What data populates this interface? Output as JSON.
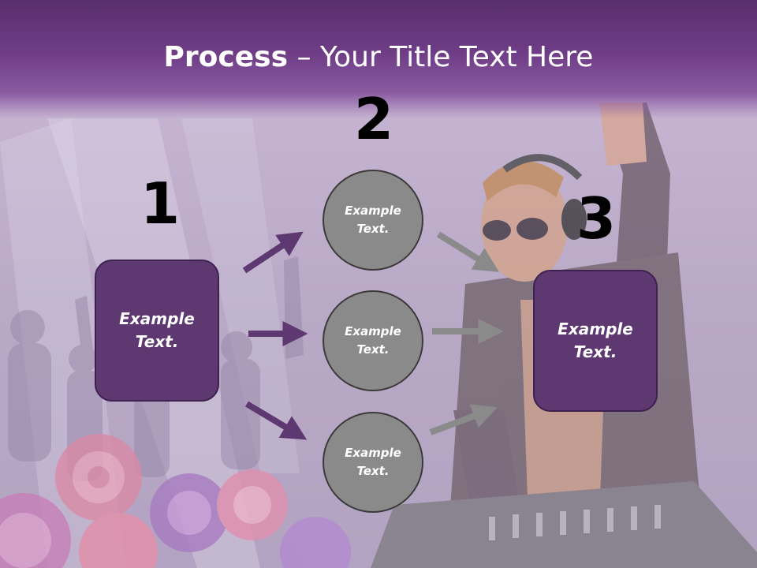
{
  "title": {
    "bold": "Process",
    "rest": " – Your Title Text Here"
  },
  "step_numbers": [
    "1",
    "2",
    "3"
  ],
  "left_box": {
    "line1": "Example",
    "line2": "Text."
  },
  "circles": [
    {
      "line1": "Example",
      "line2": "Text."
    },
    {
      "line1": "Example",
      "line2": "Text."
    },
    {
      "line1": "Example",
      "line2": "Text."
    }
  ],
  "right_box": {
    "line1": "Example",
    "line2": "Text."
  },
  "colors": {
    "title_bar": "#6e3d86",
    "box": "#5e3870",
    "circle": "#8a8a8a",
    "arrow_purple": "#5e3870",
    "arrow_gray": "#8a8a8a"
  }
}
